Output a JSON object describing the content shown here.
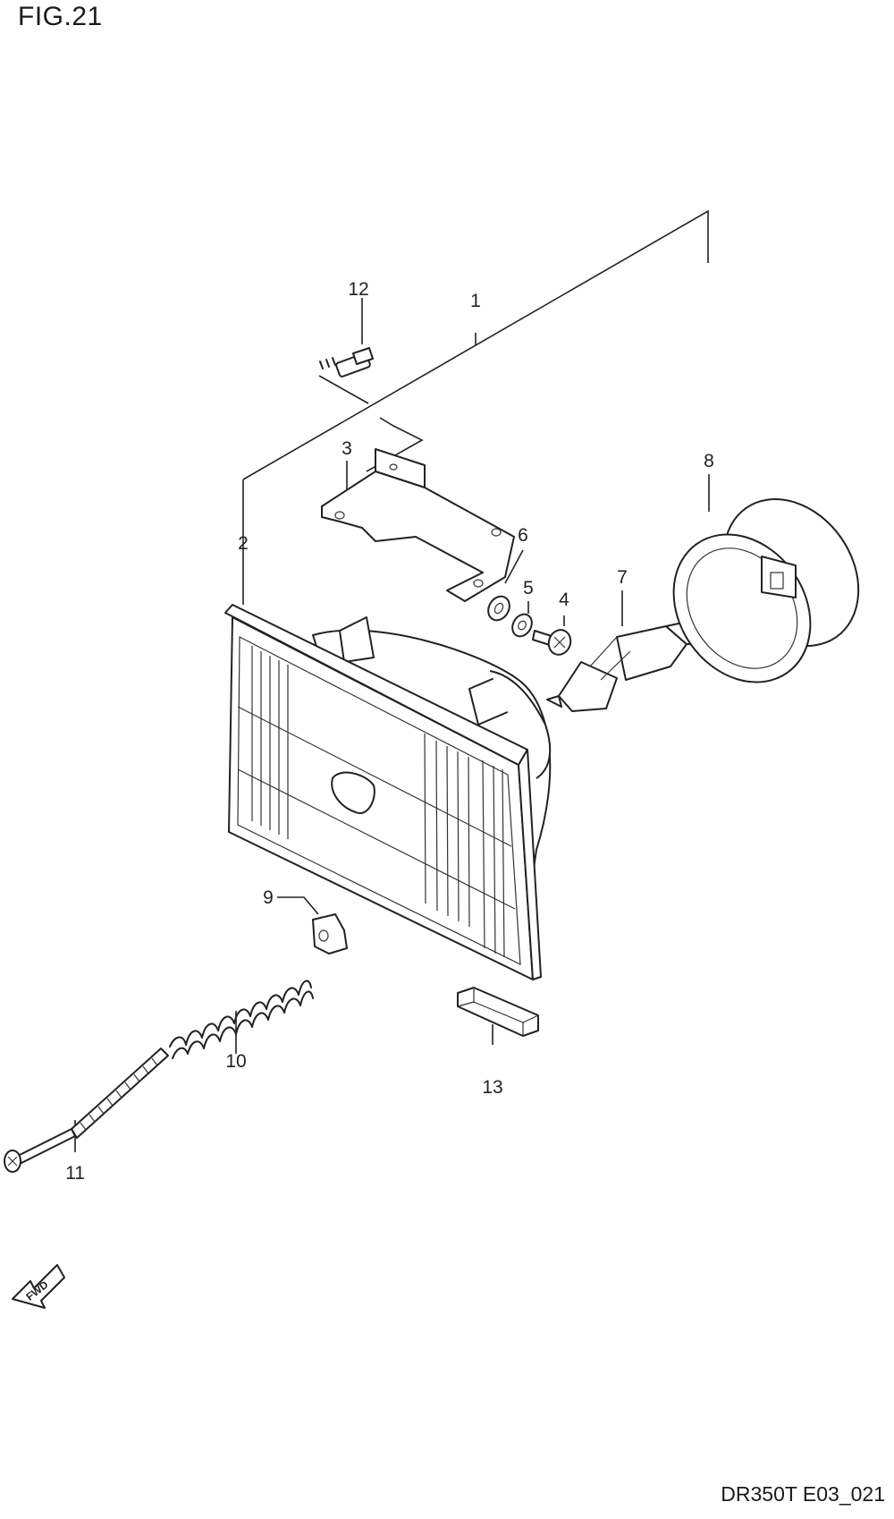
{
  "figure": {
    "title": "FIG.21",
    "code": "DR350T E03_021"
  },
  "callouts": [
    "1",
    "2",
    "3",
    "4",
    "5",
    "6",
    "7",
    "8",
    "9",
    "10",
    "11",
    "12",
    "13"
  ],
  "direction_arrow": {
    "label": "FWD",
    "icon": "fwd-arrow-icon"
  }
}
